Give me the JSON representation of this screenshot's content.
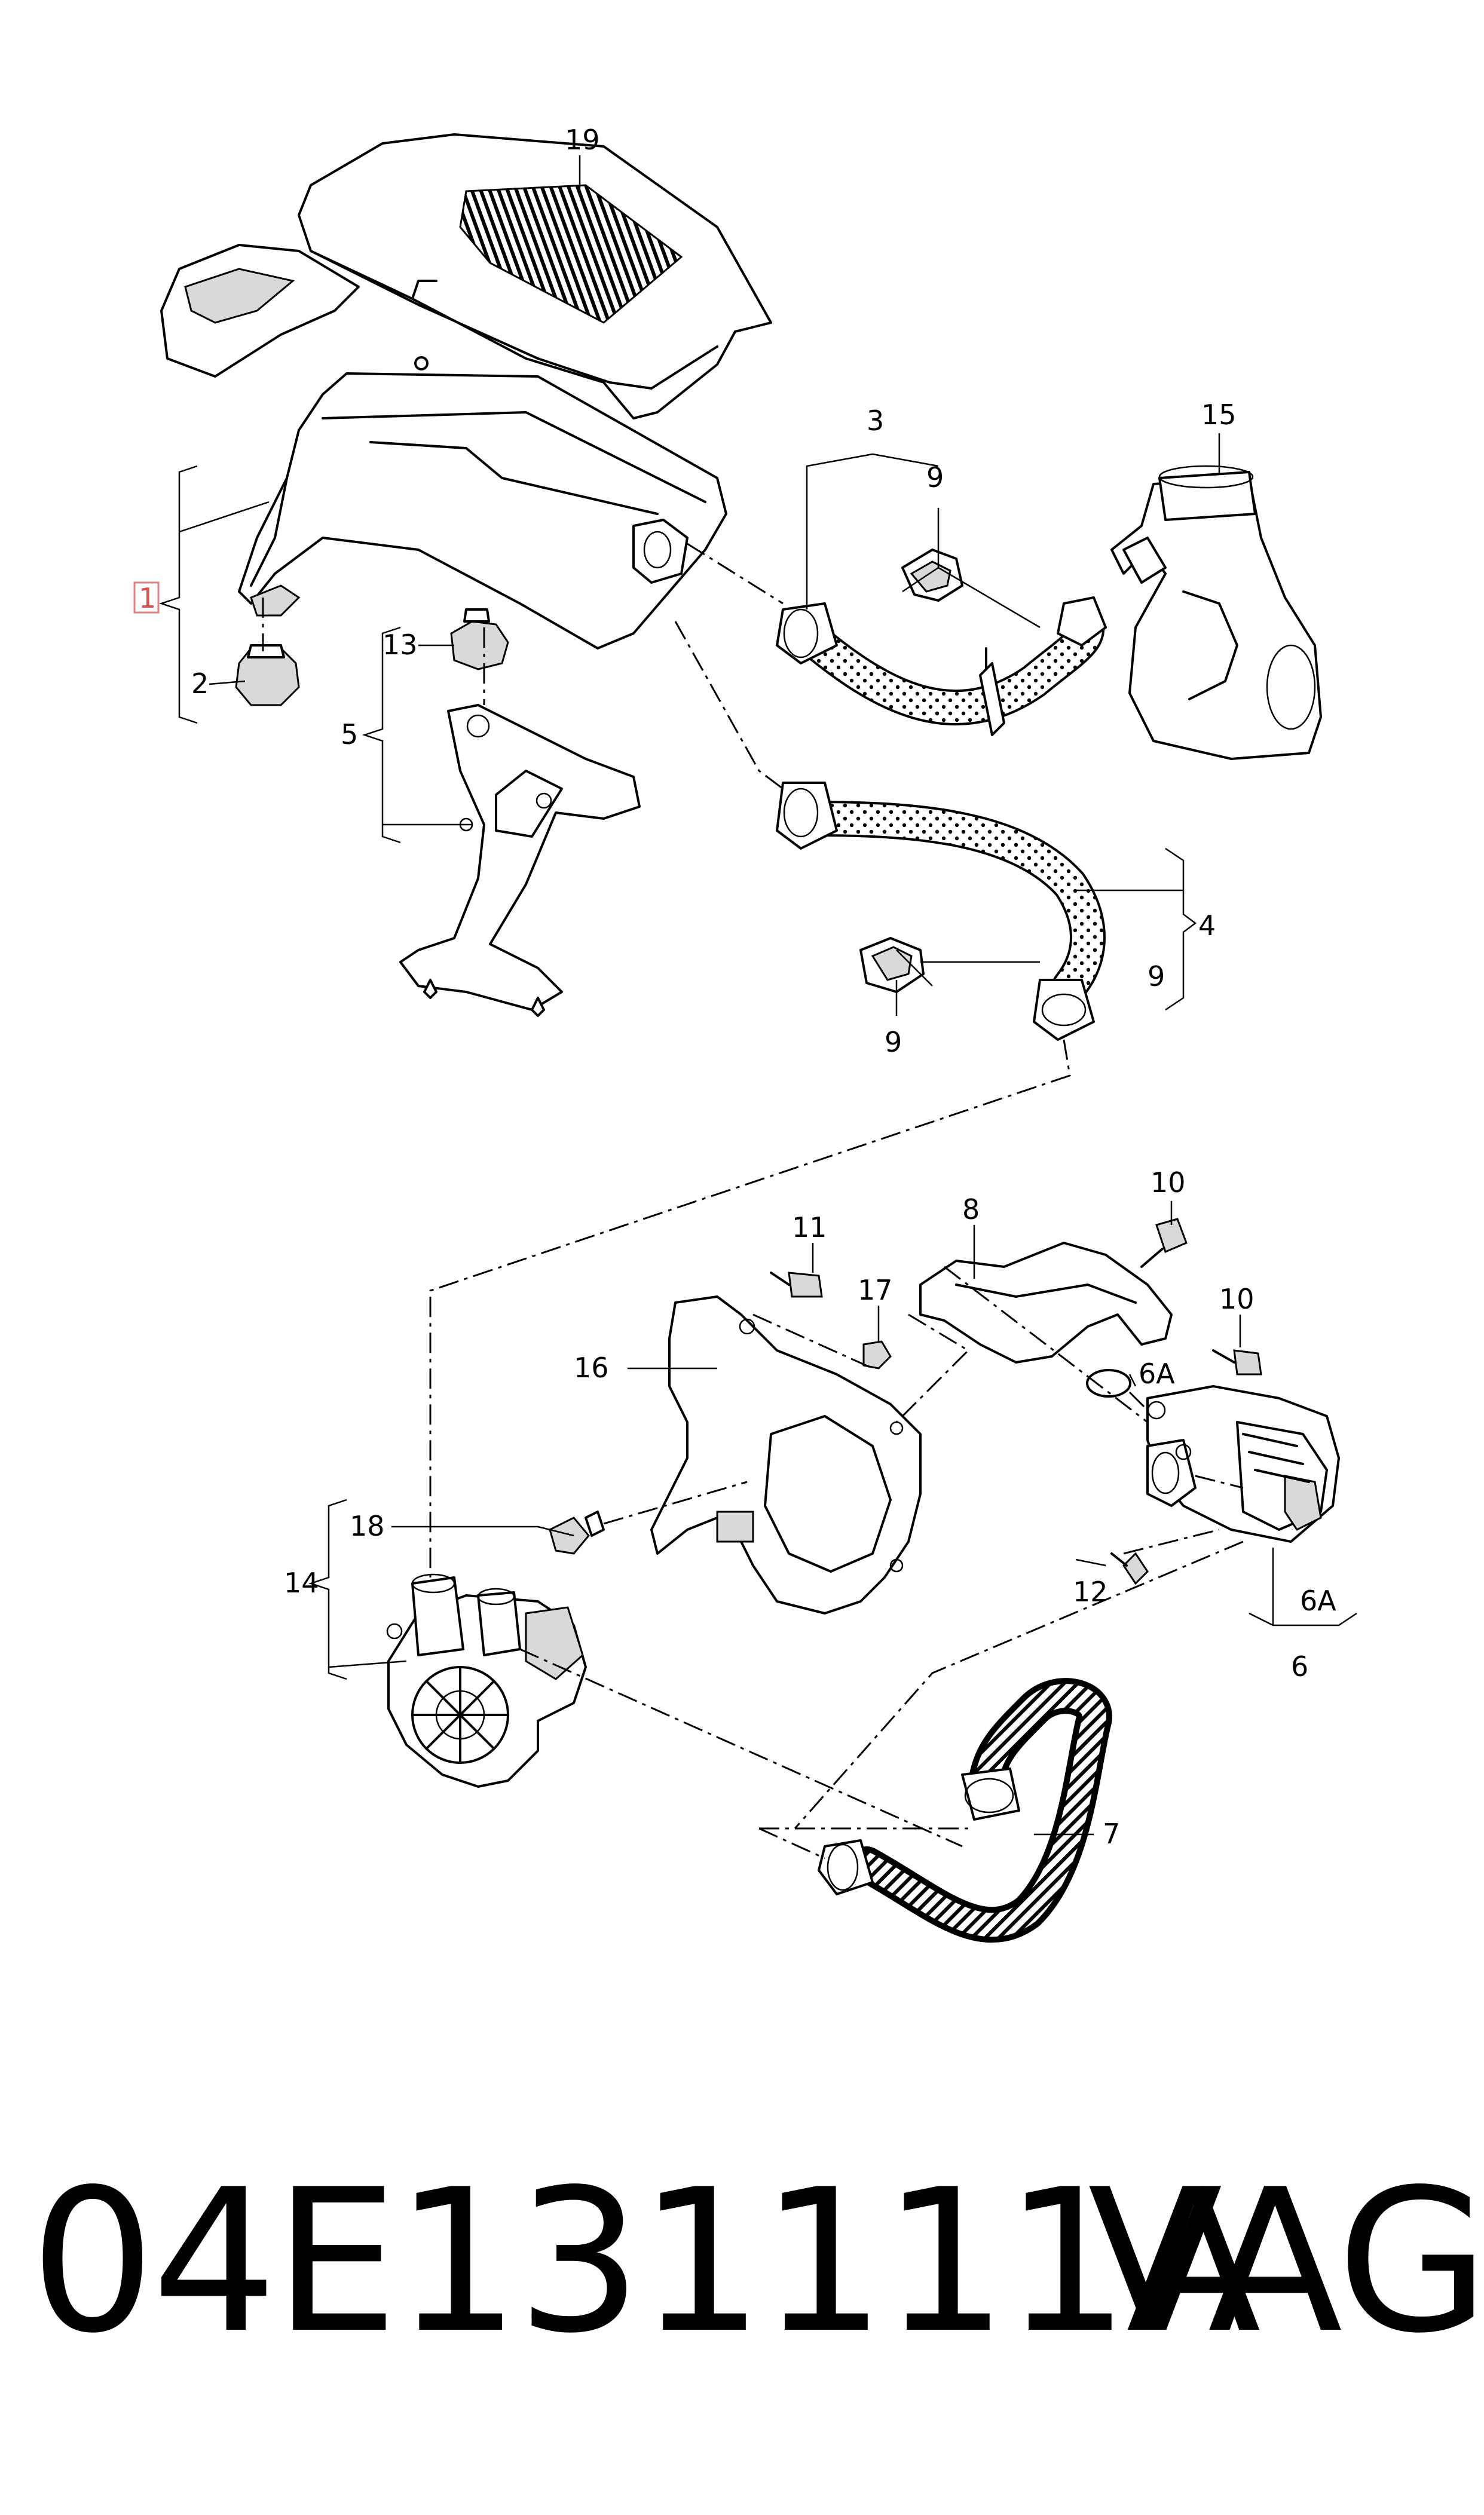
{
  "labels": {
    "l19": "19",
    "l3": "3",
    "l15": "15",
    "l9a": "9",
    "l1": "1",
    "l13": "13",
    "l2": "2",
    "l5": "5",
    "l4": "4",
    "l9b": "9",
    "l9c": "9",
    "l10a": "10",
    "l11": "11",
    "l8": "8",
    "l17": "17",
    "l10b": "10",
    "l16": "16",
    "l6a1": "6A",
    "l18": "18",
    "l14": "14",
    "l12": "12",
    "l6a2": "6A",
    "l6": "6",
    "l7": "7"
  },
  "footer": {
    "part_number": "04E131111A",
    "brand": "VAG"
  },
  "colors": {
    "ink": "#000000",
    "reference_highlight": "#e05050",
    "background": "#ffffff"
  }
}
